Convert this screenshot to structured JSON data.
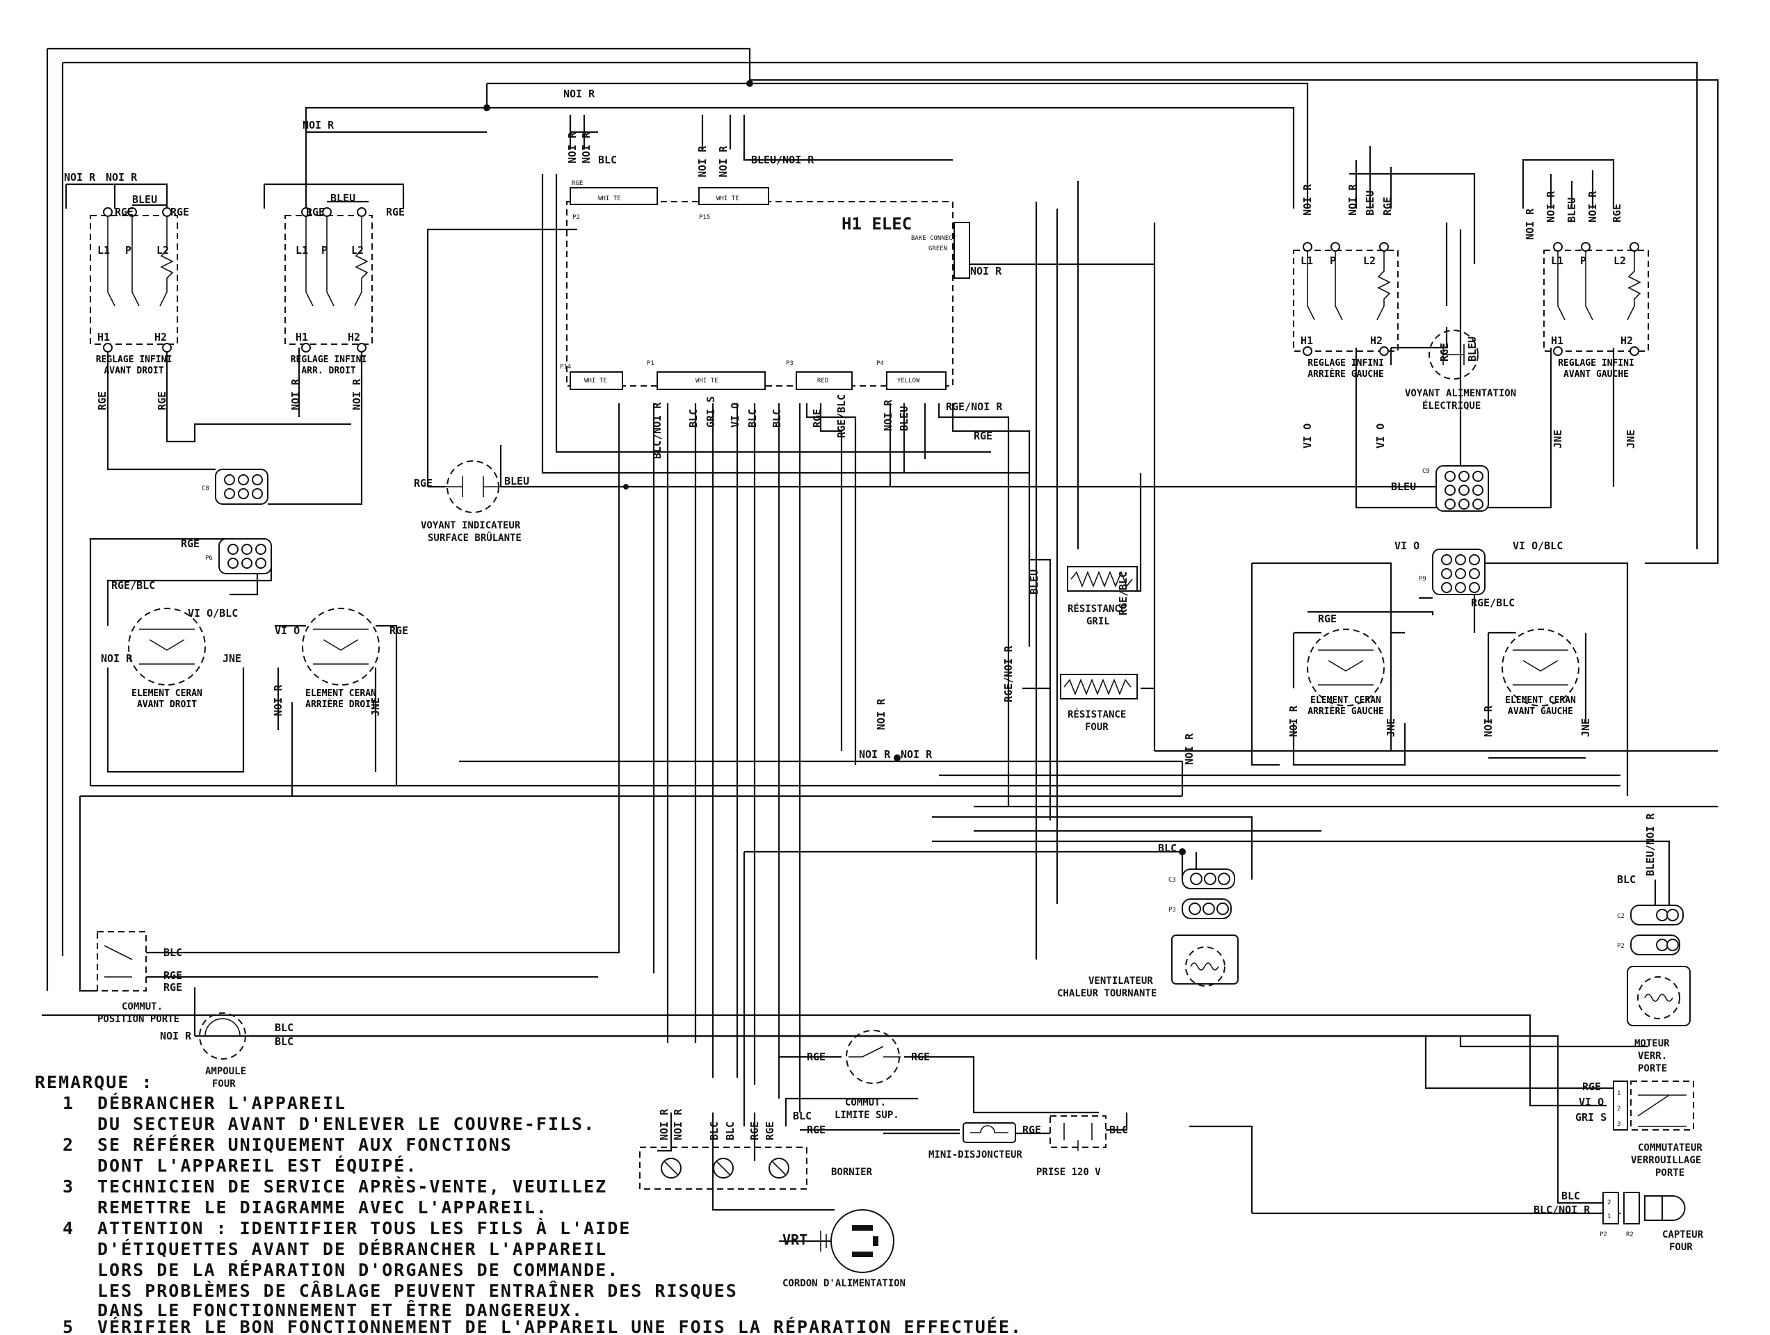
{
  "labels": {
    "noir": "NOI R",
    "bleu": "BLEU",
    "rge": "RGE",
    "blc": "BLC",
    "bleu_noir": "BLEU/NOI R",
    "rge_blc": "RGE/BLC",
    "rge_noir": "RGE/NOI R",
    "blc_noir": "BLC/NOI R",
    "vio": "VI O",
    "vio_blc": "VI O/BLC",
    "jne": "JNE",
    "gris": "GRI S",
    "vrt": "VRT"
  },
  "controls": {
    "title": "H1 ELEC",
    "white": "WHI TE",
    "red": "RED",
    "yellow": "YELLOW",
    "p2": "P2",
    "p15": "P15",
    "p14": "P14",
    "p1": "P1",
    "p3": "P3",
    "p4": "P4",
    "bake_connect": "BAKE CONNECT",
    "green": "GREEN"
  },
  "switches": {
    "l1": "L1",
    "p": "P",
    "l2": "L2",
    "h1": "H1",
    "h2": "H2",
    "avant_droit": "RÉGLAGE INFINI AVANT DROIT",
    "arriere_droit": "RÉGLAGE INFINI ARR. DROIT",
    "arriere_gauche": "RÉGLAGE INFINI ARRIÈRE GAUCHE",
    "avant_gauche": "RÉGLAGE INFINI AVANT GAUCHE"
  },
  "components": {
    "voyant_surface_1": "VOYANT INDICATEUR",
    "voyant_surface_2": "SURFACE BRÛLANTE",
    "voyant_alim_1": "VOYANT ALIMENTATION",
    "voyant_alim_2": "ÉLECTRIQUE",
    "element_avant_droit": "ÉLÉMENT CERAN AVANT DROIT",
    "element_arriere_droit": "ÉLÉMENT CERAN ARRIÈRE DROIT",
    "element_arriere_gauche": "ÉLÉMENT CERAN ARRIÈRE GAUCHE",
    "element_avant_gauche": "ÉLÉMENT CERAN AVANT GAUCHE",
    "resistance_gril_1": "RÉSISTANCE",
    "resistance_gril_2": "GRIL",
    "resistance_four_1": "RÉSISTANCE",
    "resistance_four_2": "FOUR",
    "ventilateur_1": "VENTILATEUR",
    "ventilateur_2": "CHALEUR TOURNANTE",
    "moteur_1": "MOTEUR",
    "moteur_2": "VERR.",
    "moteur_3": "PORTE",
    "commut_porte_1": "COMMUT.",
    "commut_porte_2": "POSITION PORTE",
    "ampoule_1": "AMPOULE",
    "ampoule_2": "FOUR",
    "limite_1": "COMMUT.",
    "limite_2": "LIMITE SUP.",
    "bornier": "BORNIER",
    "mini_disjoncteur": "MINI-DISJONCTEUR",
    "prise": "PRISE 120 V",
    "cordon": "CORDON D'ALIMENTATION",
    "verrou_1": "COMMUTATEUR",
    "verrou_2": "VERROUILLAGE",
    "verrou_3": "PORTE",
    "capteur_1": "CAPTEUR",
    "capteur_2": "FOUR",
    "c3": "C3",
    "c2": "C2",
    "c8": "C8",
    "c9": "C9",
    "p6": "P6",
    "p9": "P9",
    "r2": "R2"
  },
  "notes": {
    "title": "REMARQUE :",
    "items": [
      {
        "num": "1",
        "lines": [
          "DÉBRANCHER L'APPAREIL",
          "DU SECTEUR AVANT D'ENLEVER LE COUVRE-FILS."
        ]
      },
      {
        "num": "2",
        "lines": [
          "SE RÉFÉRER UNIQUEMENT AUX FONCTIONS",
          "DONT L'APPAREIL EST ÉQUIPÉ."
        ]
      },
      {
        "num": "3",
        "lines": [
          "TECHNICIEN DE SERVICE APRÈS-VENTE, VEUILLEZ",
          "REMETTRE LE DIAGRAMME AVEC L'APPAREIL."
        ]
      },
      {
        "num": "4",
        "lines": [
          "ATTENTION : IDENTIFIER TOUS LES FILS À L'AIDE",
          "D'ÉTIQUETTES AVANT DE DÉBRANCHER L'APPAREIL",
          "LORS DE LA RÉPARATION D'ORGANES DE COMMANDE.",
          "LES PROBLÈMES DE CÂBLAGE PEUVENT ENTRAÎNER DES RISQUES",
          "DANS LE FONCTIONNEMENT ET ÊTRE DANGEREUX."
        ]
      },
      {
        "num": "5",
        "lines": [
          "VÉRIFIER LE BON FONCTIONNEMENT DE L'APPAREIL UNE FOIS LA RÉPARATION EFFECTUÉE."
        ]
      }
    ]
  }
}
